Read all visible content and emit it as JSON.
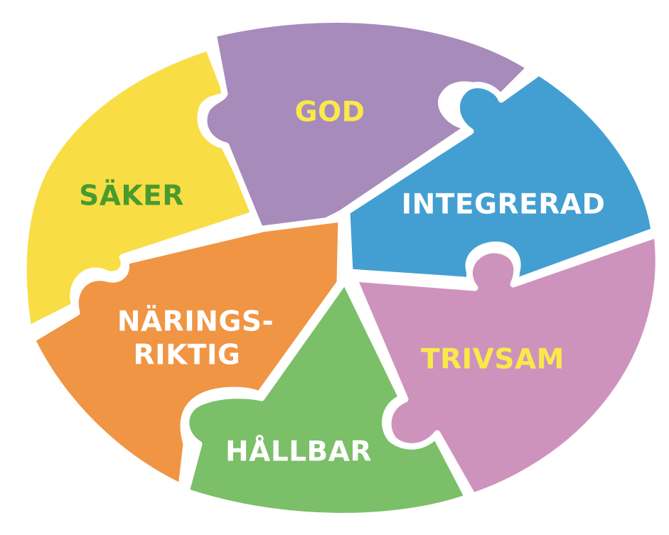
{
  "pieces": {
    "saker": {
      "label": "SÄKER",
      "fill": "#F9DD45",
      "text_color": "#4A9B2E"
    },
    "god": {
      "label": "GOD",
      "fill": "#A78BBB",
      "text_color": "#F9E94A"
    },
    "integrerad": {
      "label": "INTEGRERAD",
      "fill": "#439FD1",
      "text_color": "#FFFFFF"
    },
    "naringsriktig": {
      "label_line1": "NÄRINGS-",
      "label_line2": "RIKTIG",
      "fill": "#F09544",
      "text_color": "#FFFFFF"
    },
    "hallbar": {
      "label": "HÅLLBAR",
      "fill": "#7BBF68",
      "text_color": "#FFFFFF"
    },
    "trivsam": {
      "label": "TRIVSAM",
      "fill": "#CE93BD",
      "text_color": "#F9E94A"
    }
  }
}
